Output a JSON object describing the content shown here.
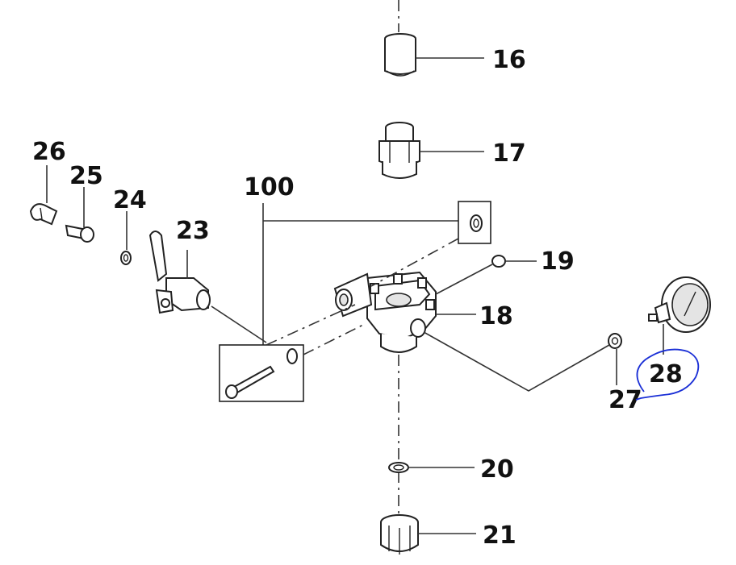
{
  "labels": {
    "p16": "16",
    "p17": "17",
    "p18": "18",
    "p19": "19",
    "p20": "20",
    "p21": "21",
    "p23": "23",
    "p24": "24",
    "p25": "25",
    "p26": "26",
    "p27": "27",
    "p28": "28",
    "p100": "100"
  },
  "colors": {
    "ink": "#111111",
    "annotation": "#1a2fd6"
  }
}
